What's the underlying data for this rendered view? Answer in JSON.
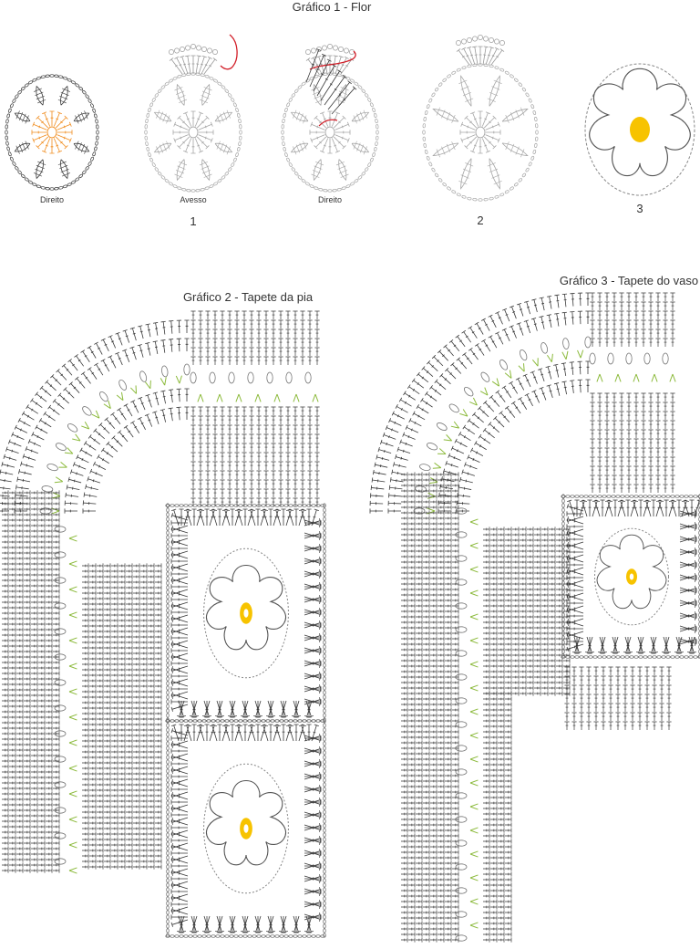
{
  "chart1": {
    "title": "Gráfico 1 - Flor",
    "labels": {
      "direito_a": "Direito",
      "avesso": "Avesso",
      "direito_b": "Direito"
    },
    "step_numbers": {
      "n1": "1",
      "n2": "2",
      "n3": "3"
    }
  },
  "chart2": {
    "title": "Gráfico 2 - Tapete da pia"
  },
  "chart3": {
    "title": "Gráfico 3 - Tapete do vaso"
  },
  "colors": {
    "ink": "#3a3a3a",
    "ink_light": "#9a9a9a",
    "orange": "#f08c1e",
    "green": "#8cba3c",
    "red": "#d21e28",
    "yellow": "#f7c300"
  }
}
